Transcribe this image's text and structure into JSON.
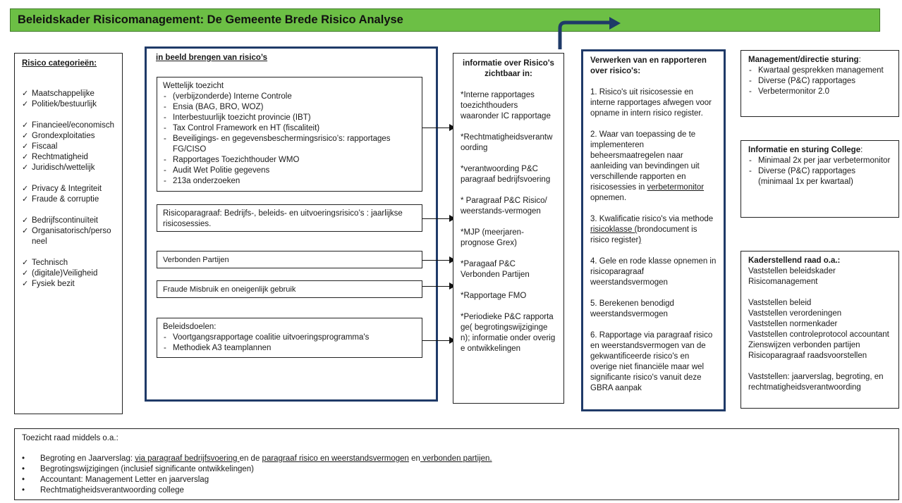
{
  "title": "Beleidskader Risicomanagement: De Gemeente Brede Risico Analyse",
  "categories": {
    "heading": "Risico categorieën:",
    "groups": [
      [
        "Maatschappelijke",
        "Politiek/bestuurlijk"
      ],
      [
        "Financieel/economisch",
        "Grondexploitaties",
        "Fiscaal",
        "Rechtmatigheid",
        "Juridisch/wettelijk"
      ],
      [
        "Privacy & Integriteit",
        "Fraude & corruptie"
      ],
      [
        "Bedrijfscontinuïteit",
        "Organisatorisch/perso neel"
      ],
      [
        "Technisch",
        "(digitale)Veiligheid",
        "Fysiek bezit"
      ]
    ]
  },
  "in_beeld": {
    "heading": "in beeld brengen van risico’s",
    "wettelijk": {
      "heading": "Wettelijk toezicht",
      "items": [
        "(verbijzonderde) Interne Controle",
        "Ensia (BAG, BRO, WOZ)",
        "Interbestuurlijk toezicht provincie (IBT)",
        "Tax Control Framework en HT (fiscaliteit)",
        "Beveiligings- en gegevensbeschermingsrisico’s: rapportages FG/CISO",
        "Rapportages Toezichthouder WMO",
        "Audit Wet Politie gegevens",
        "213a onderzoeken"
      ]
    },
    "risicoparagraaf": "Risicoparagraaf: Bedrijfs-, beleids- en uitvoeringsrisico’s : jaarlijkse risicosessies.",
    "verbonden": "Verbonden Partijen",
    "fraude": "Fraude Misbruik en oneigenlijk gebruik",
    "beleidsdoelen": {
      "heading": "Beleidsdoelen:",
      "items": [
        "Voortgangsrapportage  coalitie uitvoeringsprogramma's",
        "Methodiek  A3 teamplannen"
      ]
    }
  },
  "informatie": {
    "heading": "informatie over Risico's zichtbaar in:",
    "items": [
      "*Interne rapportages toezichthouders waaronder IC rapportage",
      "*Rechtmatigheidsverantwoording",
      "*verantwoording P&C paragraaf bedrijfsvoering",
      "* Paragraaf P&C Risico/  weerstands-vermogen",
      "*MJP (meerjaren-prognose Grex)",
      "*Paragaaf P&C Verbonden Partijen",
      "*Rapportage FMO",
      "*Periodieke P&C rapportage( begrotingswijzigingen); informatie onder overige ontwikkelingen"
    ]
  },
  "verwerken": {
    "heading": "Verwerken van en rapporteren  over risico's:",
    "items": [
      "1. Risico's uit  risicosessie en interne rapportages afwegen voor opname in intern risico register.",
      "2. Waar van toepassing de te implementeren beheersmaatregelen naar aanleiding van bevindingen  uit verschillende rapporten en risicosessies in",
      "3. Kwalificatie risico's via methode",
      "4. Gele en rode klasse  opnemen in risicoparagraaf weerstandsvermogen",
      "5.  Berekenen benodigd  weerstandsvermogen",
      "6. Rapportage via paragraaf risico en weerstandsvermogen van de gekwantificeerde risico's en overige niet financiële maar wel significante risico's vanuit deze GBRA aanpak"
    ],
    "item2_link": "verbetermonitor",
    "item2_tail": " opnemen.",
    "item3_link": "risicoklasse (",
    "item3_tail": "brondocument is risico register",
    "item3_close": ")"
  },
  "management": {
    "heading": "Management/directie sturing",
    "colon": ":",
    "items": [
      "Kwartaal gesprekken management",
      "Diverse (P&C) rapportages",
      "Verbetermonitor 2.0"
    ]
  },
  "college": {
    "heading": "Informatie en sturing College",
    "colon": ":",
    "items": [
      "Minimaal 2x per jaar verbetermonitor",
      "Diverse (P&C) rapportages (minimaal 1x per kwartaal)"
    ]
  },
  "kaderstellend": {
    "heading": "Kaderstellend raad o.a.:",
    "lines": [
      "Vaststellen beleidskader Risicomanagement",
      "",
      "Vaststellen beleid",
      "Vaststellen verordeningen",
      "Vaststellen normenkader",
      "Vaststellen controleprotocol accountant",
      "Zienswijzen verbonden partijen",
      "Risicoparagraaf raadsvoorstellen",
      "",
      "Vaststellen: jaarverslag, begroting, en rechtmatigheidsverantwoording"
    ]
  },
  "toezicht": {
    "heading": "Toezicht raad middels o.a.:",
    "item1_a": "Begroting en Jaarverslag: ",
    "item1_b": "via paragraaf bedrijfsvoering ",
    "item1_c": " en de ",
    "item1_d": "paragraaf risico en weerstandsvermogen",
    "item1_e": " en",
    "item1_f": " verbonden partijen.",
    "items": [
      "Begrotingswijzigingen (inclusief significante ontwikkelingen)",
      "Accountant: Management Letter en jaarverslag",
      "Rechtmatigheidsverantwoording college"
    ]
  },
  "colors": {
    "title_bg": "#6cbf45",
    "frame": "#1f3a68"
  }
}
